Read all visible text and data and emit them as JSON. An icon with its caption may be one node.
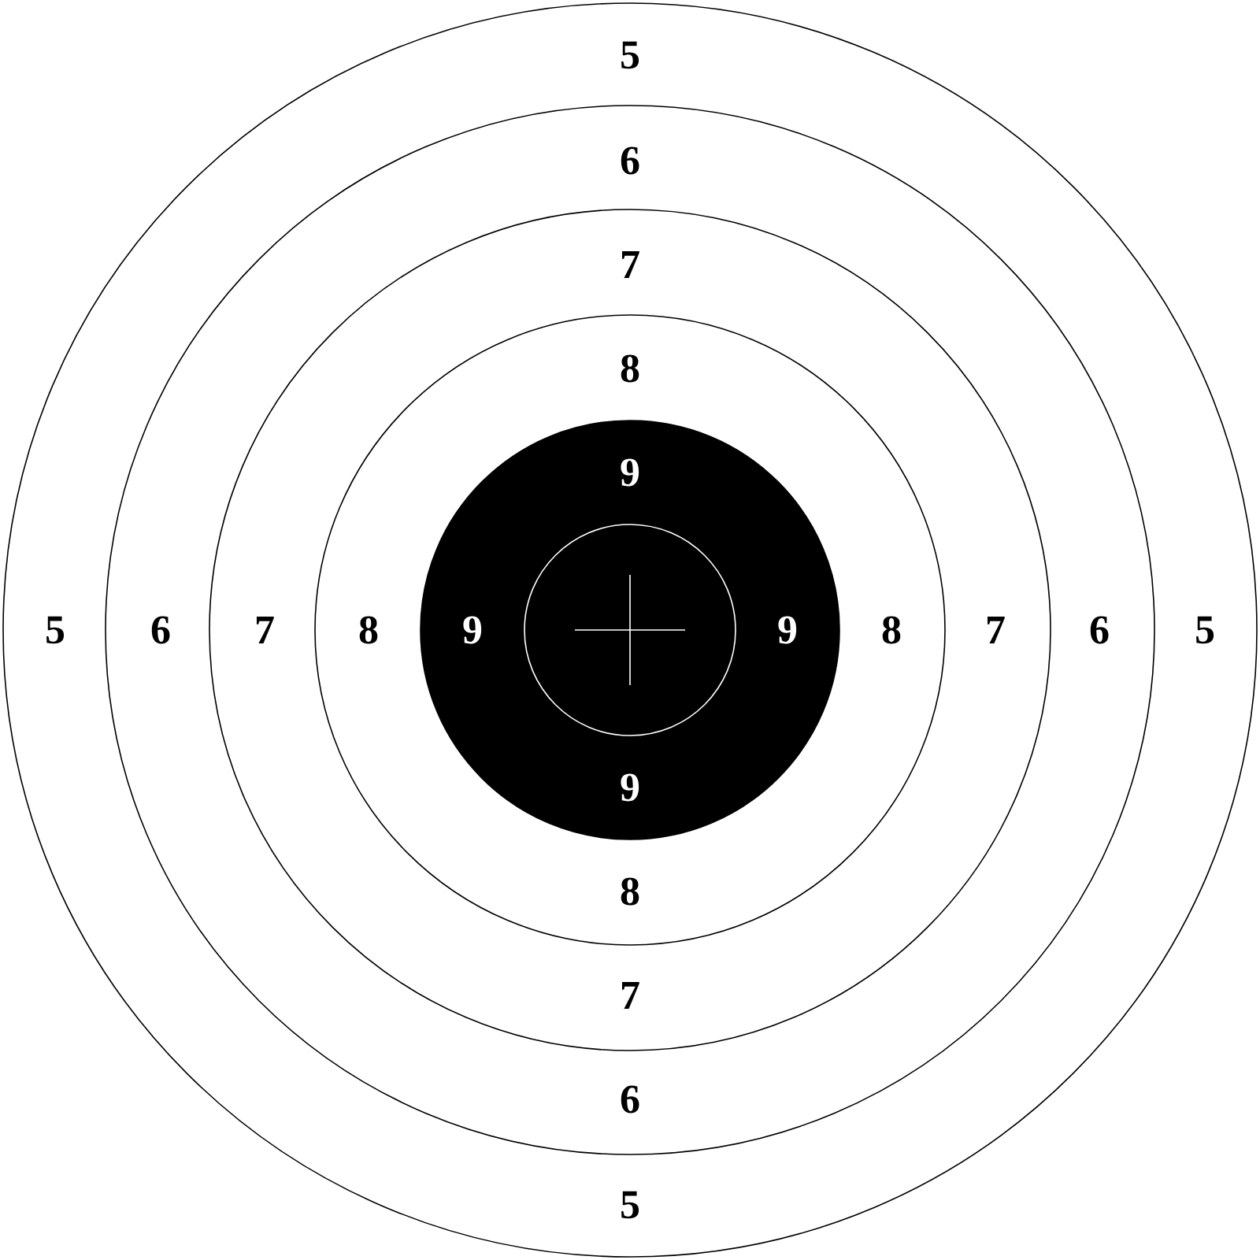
{
  "diagram": {
    "nodes": [
      {
        "text": [
          "5",
          "5",
          "5",
          "5"
        ]
      },
      {
        "text": [
          "6",
          "6",
          "6",
          "6"
        ],
        "in": 0
      },
      {
        "text": [
          "7",
          "7",
          "7",
          "7"
        ],
        "in": 1
      },
      {
        "text": [
          "8",
          "8",
          "8",
          "8"
        ],
        "in": 2
      },
      {
        "text": [
          "9",
          "9",
          "9",
          "9"
        ],
        "in": 3
      },
      {
        "text": [],
        "shape": "circle",
        "in": 4
      }
    ]
  }
}
